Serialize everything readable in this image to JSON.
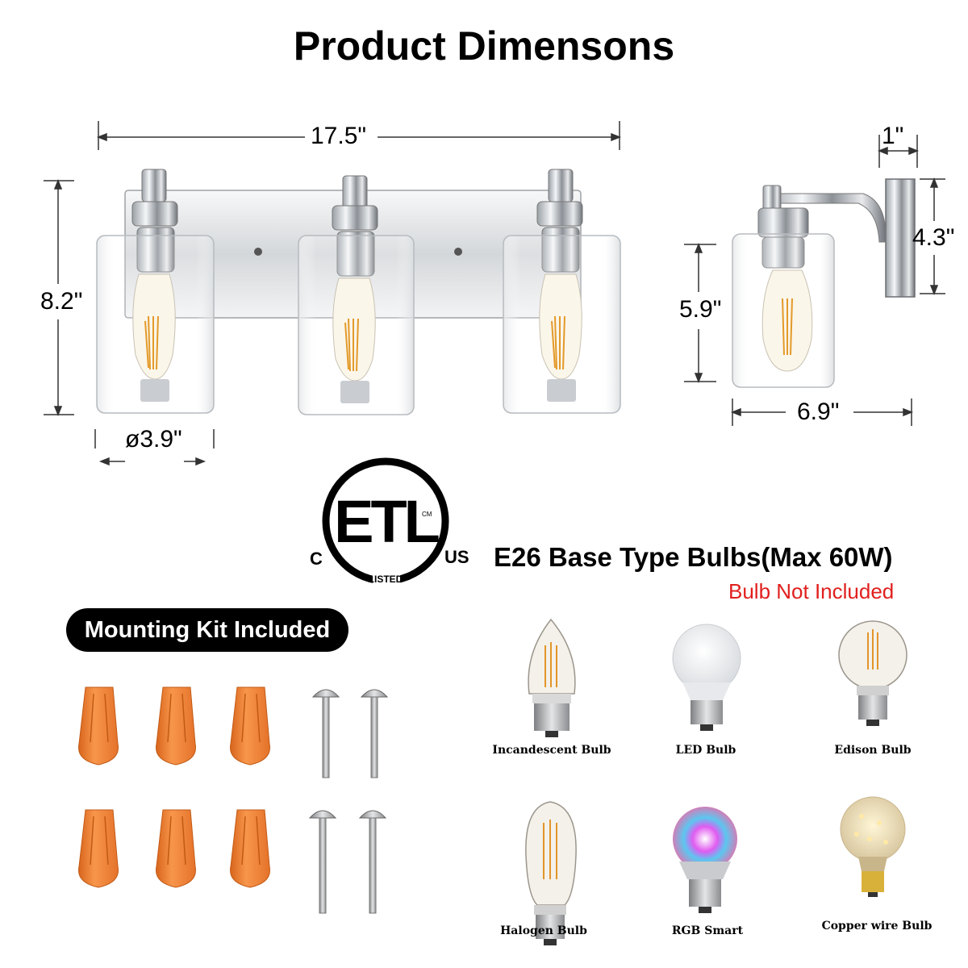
{
  "page": {
    "title": "Product Dimensons"
  },
  "front_view": {
    "width_label": "17.5\"",
    "height_label": "8.2\"",
    "shade_diameter_label": "ø3.9\""
  },
  "side_view": {
    "depth_label": "1\"",
    "backplate_height_label": "4.3\"",
    "shade_height_label": "5.9\"",
    "extension_label": "6.9\""
  },
  "certification": {
    "logo_text": "ETL",
    "logo_c": "C",
    "logo_us": "US",
    "logo_listed": "LISTED",
    "logo_cm": "CM",
    "heading": "E26 Base Type Bulbs(Max 60W)",
    "note": "Bulb Not Included",
    "note_color": "#e0201e"
  },
  "mounting_kit": {
    "badge": "Mounting Kit Included",
    "wire_nut_count": 6,
    "screw_count": 4,
    "wire_nut_color": "#f07f2e"
  },
  "bulbs": [
    {
      "label": "Incandescent Bulb",
      "icon": "candle-filament-bulb-icon"
    },
    {
      "label": "LED Bulb",
      "icon": "led-bulb-icon"
    },
    {
      "label": "Edison Bulb",
      "icon": "edison-globe-bulb-icon"
    },
    {
      "label": "Halogen Bulb",
      "icon": "st64-filament-bulb-icon"
    },
    {
      "label": "RGB Smart",
      "icon": "rgb-smart-bulb-icon"
    },
    {
      "label": "Copper wire Bulb",
      "icon": "copper-wire-bulb-icon"
    }
  ]
}
